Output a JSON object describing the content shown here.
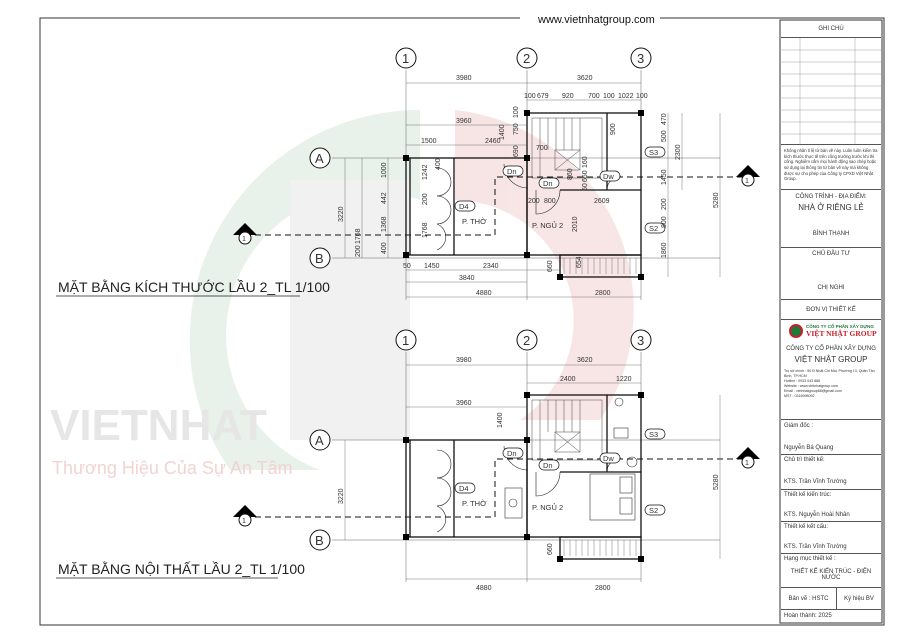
{
  "header": {
    "website": "www.vietnhatgroup.com"
  },
  "watermark": {
    "brand": "VIETNHAT",
    "slogan": "Thương Hiệu Của Sự An Tâm"
  },
  "drawings": {
    "plan_dimensions_title": "MẶT BẰNG KÍCH THƯỚC LẦU 2_TL 1/100",
    "plan_furniture_title": "MẶT BẰNG NỘI THẤT LẦU 2_TL 1/100",
    "grid_axes": {
      "x1": "1",
      "x2": "2",
      "x3": "3",
      "yA": "A",
      "yB": "B"
    },
    "section_marker": "1",
    "rooms": {
      "altar": "P. THỜ",
      "bedroom": "P. NGỦ 2"
    },
    "tags": {
      "d4": "D4",
      "dn": "Dn",
      "dw": "Dw",
      "s2": "S2",
      "s3": "S3"
    },
    "dims_top": {
      "overall_1_2": "3980",
      "overall_2_3": "3620",
      "seg": [
        "100",
        "679",
        "920",
        "700",
        "100",
        "1022",
        "100"
      ],
      "inner_3960": "3960",
      "d1500": "1500",
      "d2460": "2460",
      "d1400": "1400",
      "d100": "100",
      "d750": "750",
      "d690": "690",
      "d700": "700",
      "d900": "900",
      "left_3220": "3220",
      "left_1768": "1768",
      "left_200": "200",
      "left_1000": "1000",
      "left_442": "442",
      "left_1368": "1368",
      "left_400": "400",
      "closet_1242": "1242",
      "closet_400": "400",
      "closet_200": "200",
      "closet_1768": "1768",
      "b50": "50",
      "b1450": "1450",
      "b2340": "2340",
      "b3840": "3840",
      "b4880": "4880",
      "b2800": "2800",
      "d660": "660",
      "d654": "654",
      "d860": "860",
      "d650": "650",
      "d50": "50",
      "d160": "160",
      "d200": "200",
      "d800": "800",
      "d2609": "2609",
      "d2010": "2010",
      "r470": "470",
      "r500": "500",
      "r1450": "1450",
      "r200": "200",
      "r800": "800",
      "r1860": "1860",
      "r2300": "2300",
      "r5280": "5280"
    },
    "dims_bottom": {
      "overall_1_2": "3980",
      "overall_2_3": "3620",
      "d2400": "2400",
      "d1220": "1220",
      "inner_3960": "3960",
      "d1400": "1400",
      "left_3220": "3220",
      "r5280": "5280",
      "d660": "660",
      "b4880": "4880",
      "b2800": "2800"
    }
  },
  "title_block": {
    "notes_header": "GHI CHÚ",
    "notes": "Không nhân tỉ lệ từ bản vẽ này. Luôn luôn kiểm tra kích thước thực tế trên công trường trước khi thi công. Nghiêm cấm mọi hành động sao chép hoặc sử dụng lại thông tin từ bản vẽ này mà không được sự cho phép của Công ty CPXD Việt Nhật Group.",
    "project_label": "CÔNG TRÌNH - ĐỊA ĐIỂM:",
    "project_name": "NHÀ Ở RIÊNG LẺ",
    "location": "BÌNH THẠNH",
    "owner_label": "CHỦ ĐẦU TƯ",
    "owner_name": "CHỊ NGHI",
    "designer_label": "ĐƠN VỊ THIẾT KẾ",
    "logo_line1": "CÔNG TY CỔ PHẦN XÂY DỰNG",
    "logo_line2": "VIỆT NHẬT GROUP",
    "company_line1": "CÔNG TY CỔ PHẦN XÂY DỰNG",
    "company_line2": "VIỆT NHẬT GROUP",
    "company_info": [
      "Trụ sở chính : 50 Đ Nhất Chi Mai, Phường 13, Quận Tân Bình, TP.HCM",
      "Hotline : 0933 043 888",
      "Website : www.vietnhatgroup.com",
      "Email : vietnhatgroup68@gmail.com",
      "MST : 0316998092"
    ],
    "director_label": "Giám đốc :",
    "director_name": "Nguyễn Bá Quang",
    "lead_label": "Chủ trì thiết kế:",
    "lead_name": "KTS. Trần Vĩnh Trường",
    "arch_label": "Thiết kế kiến trúc:",
    "arch_name": "KTS. Nguyễn Hoài Nhân",
    "struct_label": "Thiết kế kết cấu:",
    "struct_name": "KTS. Trần Vĩnh Trường",
    "category_label": "Hạng mục thiết kế :",
    "category_value": "THIẾT KẾ KIẾN TRÚC - ĐIỆN NƯỚC",
    "sheet_label": "Bản vẽ : HSTC",
    "symbol_label": "Ký hiệu BV",
    "completed": "Hoàn thành: 2025"
  },
  "colors": {
    "line": "#111111",
    "wall": "#000000",
    "watermark_green": "#e3efe6",
    "watermark_red": "#f6e2e2",
    "logo_red": "#c8202a",
    "logo_green": "#1f7a3a"
  }
}
